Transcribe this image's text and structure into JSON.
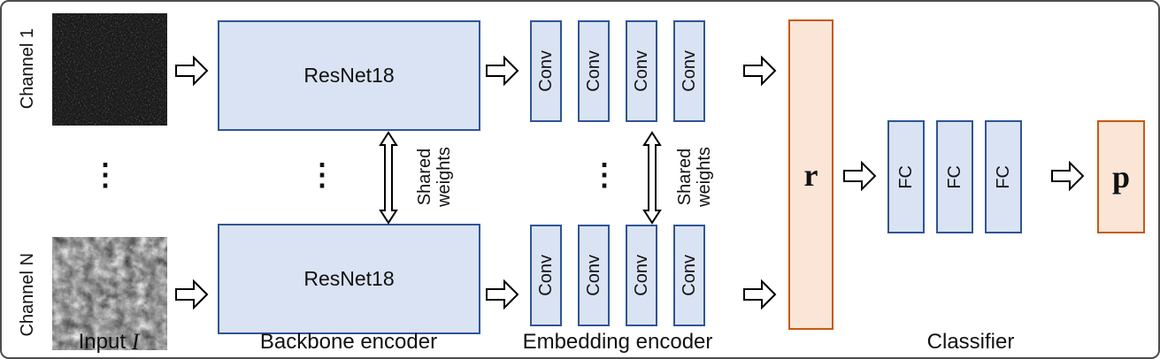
{
  "figure": {
    "channels": {
      "top_label": "Channel 1",
      "bottom_label": "Channel N",
      "ellipsis": "⋮"
    },
    "backbone": {
      "top_box": "ResNet18",
      "bottom_box": "ResNet18",
      "shared_weights": "Shared weights"
    },
    "embedding": {
      "conv_label": "Conv",
      "shared_weights": "Shared weights"
    },
    "representation_label": "r",
    "fc_label": "FC",
    "prediction_label": "p",
    "captions": {
      "input_word": "Input",
      "input_symbol": "I",
      "backbone": "Backbone encoder",
      "embedding": "Embedding encoder",
      "classifier": "Classifier"
    },
    "colors": {
      "blue_fill": "#dae3f3",
      "blue_border": "#2f5597",
      "orange_fill": "#fbe5d6",
      "orange_border": "#c55a11"
    }
  }
}
